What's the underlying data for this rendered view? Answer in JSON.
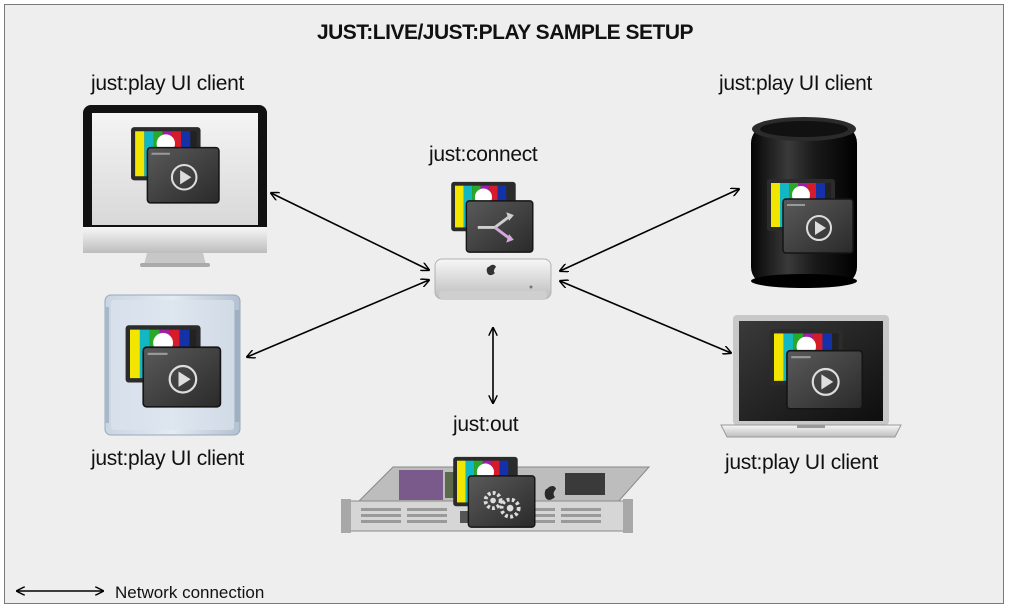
{
  "title": "JUST:LIVE/JUST:PLAY SAMPLE SETUP",
  "nodes": {
    "imac": {
      "label": "just:play UI client"
    },
    "macpro_tower": {
      "label": "just:play UI client"
    },
    "mac_mini": {
      "label": "just:connect"
    },
    "mac_pro_cylinder": {
      "label": "just:play UI client"
    },
    "macbook_pro": {
      "label": "just:play UI client"
    },
    "rack_unit": {
      "label": "just:out"
    }
  },
  "legend": {
    "label": "Network connection"
  },
  "icons": [
    "just-play-app-icon",
    "just-connect-app-icon",
    "just-out-app-icon",
    "apple-logo-icon"
  ]
}
